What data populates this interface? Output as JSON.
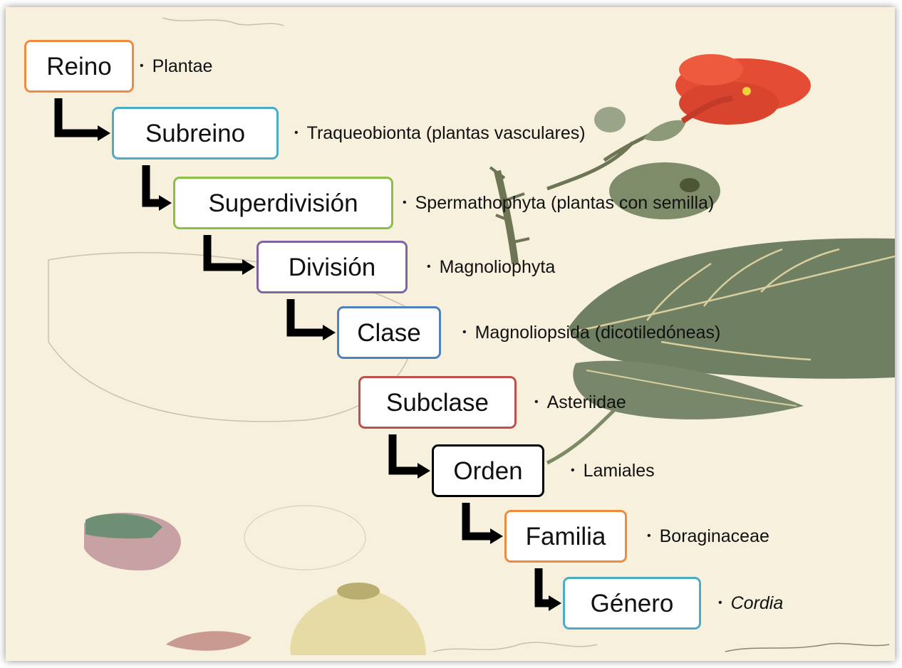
{
  "hierarchy": [
    {
      "rank": "Reino",
      "value": "Plantae",
      "color": "#f08a3c",
      "italic": false
    },
    {
      "rank": "Subreino",
      "value": "Traqueobionta (plantas vasculares)",
      "color": "#4bacc6",
      "italic": false
    },
    {
      "rank": "Superdivisión",
      "value": "Spermathophyta (plantas con semilla)",
      "color": "#8cbf48",
      "italic": false
    },
    {
      "rank": "División",
      "value": "Magnoliophyta",
      "color": "#8064a2",
      "italic": false
    },
    {
      "rank": "Clase",
      "value": "Magnoliopsida (dicotiledóneas)",
      "color": "#4f81bd",
      "italic": false
    },
    {
      "rank": "Subclase",
      "value": "Asteriidae",
      "color": "#c0504d",
      "italic": false
    },
    {
      "rank": "Orden",
      "value": "Lamiales",
      "color": "#000000",
      "italic": false
    },
    {
      "rank": "Familia",
      "value": "Boraginaceae",
      "color": "#f08a3c",
      "italic": false
    },
    {
      "rank": "Género",
      "value": "Cordia",
      "color": "#4bacc6",
      "italic": true
    }
  ],
  "bullet": "•",
  "connector_color": "#000000",
  "background_color": "#f6f0dd"
}
